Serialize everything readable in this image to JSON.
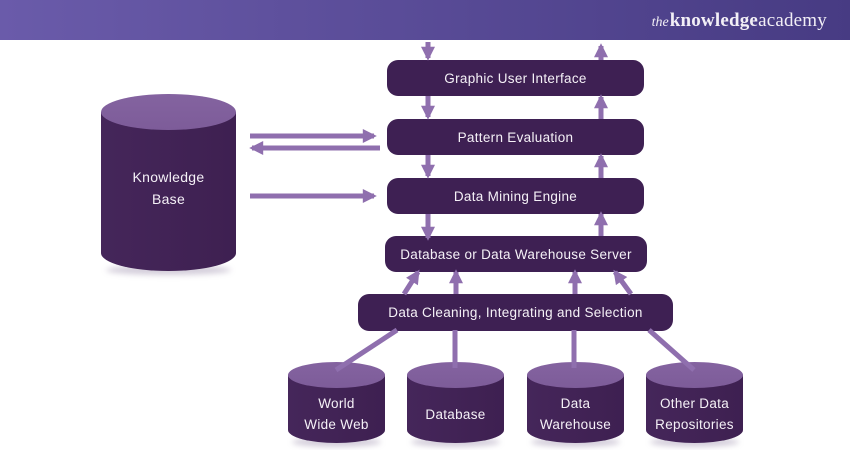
{
  "header": {
    "logo_the": "the",
    "logo_knowledge": "knowledge",
    "logo_academy": "academy"
  },
  "colors": {
    "header_start": "#6A5BAA",
    "header_end": "#473B83",
    "box": "#3E2053",
    "box_text": "#F5F1F7",
    "arrow": "#8F6FAE",
    "cyl_body": "#45265A",
    "cyl_top": "#7D5C99"
  },
  "diagram": {
    "boxes": [
      {
        "label": "Graphic User Interface"
      },
      {
        "label": "Pattern Evaluation"
      },
      {
        "label": "Data Mining Engine"
      },
      {
        "label": "Database or Data Warehouse Server"
      },
      {
        "label": "Data Cleaning, Integrating and Selection"
      }
    ],
    "knowledge_base": {
      "line1": "Knowledge",
      "line2": "Base"
    },
    "sources": [
      {
        "line1": "World",
        "line2": "Wide Web"
      },
      {
        "line1": "Database",
        "line2": ""
      },
      {
        "line1": "Data",
        "line2": "Warehouse"
      },
      {
        "line1": "Other Data",
        "line2": "Repositories"
      }
    ]
  }
}
